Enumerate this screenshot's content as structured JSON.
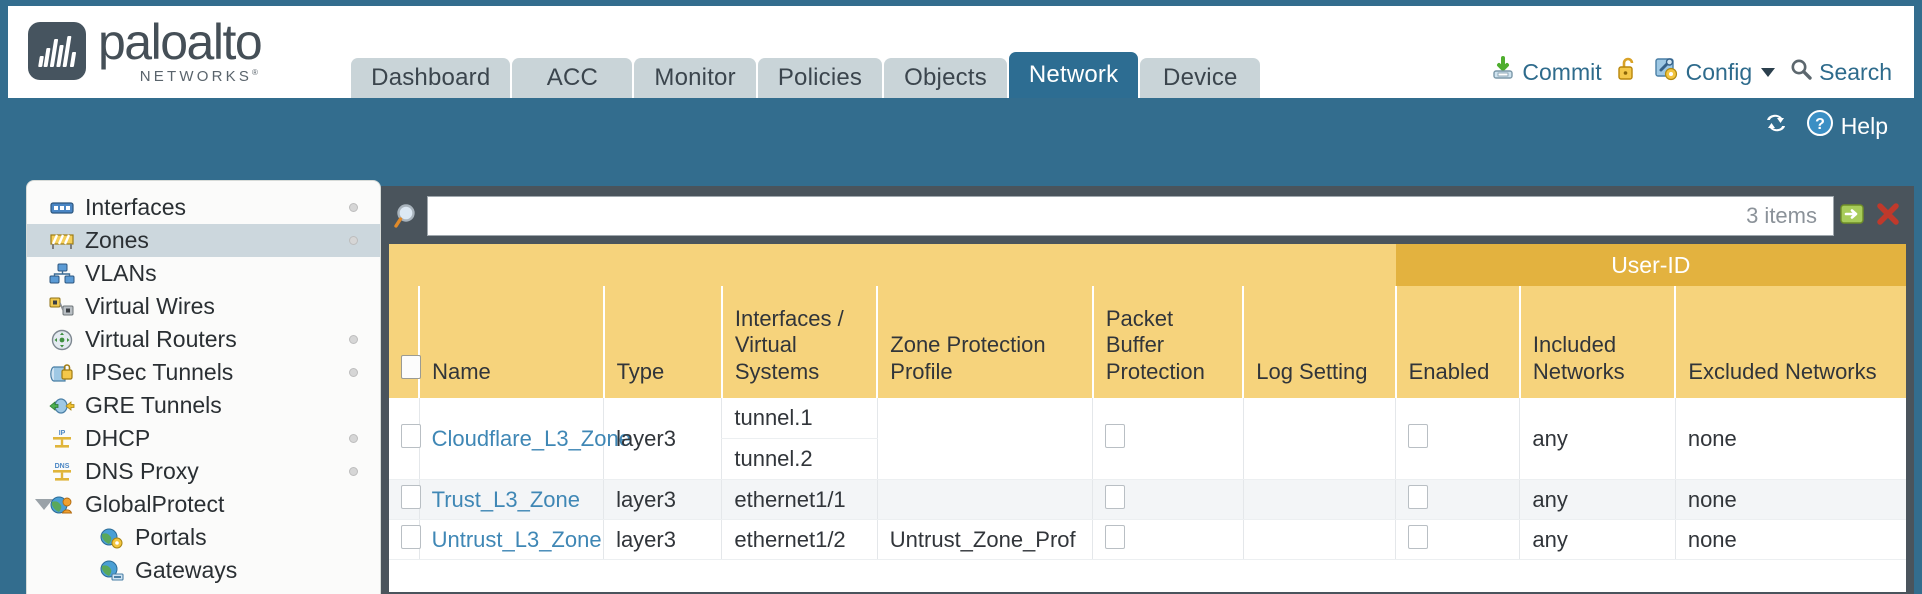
{
  "brand": {
    "word": "paloalto",
    "sub": "NETWORKS",
    "sub_mark": "®"
  },
  "tabs": [
    {
      "label": "Dashboard",
      "active": false
    },
    {
      "label": "ACC",
      "active": false
    },
    {
      "label": "Monitor",
      "active": false
    },
    {
      "label": "Policies",
      "active": false
    },
    {
      "label": "Objects",
      "active": false
    },
    {
      "label": "Network",
      "active": true
    },
    {
      "label": "Device",
      "active": false
    }
  ],
  "header_actions": {
    "commit": "Commit",
    "lock_icon": "open-padlock-icon",
    "config": "Config",
    "search": "Search"
  },
  "blue_band": {
    "refresh_icon": "refresh-icon",
    "help": "Help"
  },
  "sidebar": {
    "items": [
      {
        "label": "Interfaces",
        "icon": "interfaces-icon",
        "selected": false,
        "dot": true,
        "child": false,
        "triangle": false
      },
      {
        "label": "Zones",
        "icon": "zones-icon",
        "selected": true,
        "dot": true,
        "child": false,
        "triangle": false
      },
      {
        "label": "VLANs",
        "icon": "vlans-icon",
        "selected": false,
        "dot": false,
        "child": false,
        "triangle": false
      },
      {
        "label": "Virtual Wires",
        "icon": "virtual-wires-icon",
        "selected": false,
        "dot": false,
        "child": false,
        "triangle": false
      },
      {
        "label": "Virtual Routers",
        "icon": "virtual-routers-icon",
        "selected": false,
        "dot": true,
        "child": false,
        "triangle": false
      },
      {
        "label": "IPSec Tunnels",
        "icon": "ipsec-tunnels-icon",
        "selected": false,
        "dot": true,
        "child": false,
        "triangle": false
      },
      {
        "label": "GRE Tunnels",
        "icon": "gre-tunnels-icon",
        "selected": false,
        "dot": false,
        "child": false,
        "triangle": false
      },
      {
        "label": "DHCP",
        "icon": "dhcp-icon",
        "selected": false,
        "dot": true,
        "child": false,
        "triangle": false
      },
      {
        "label": "DNS Proxy",
        "icon": "dns-proxy-icon",
        "selected": false,
        "dot": true,
        "child": false,
        "triangle": false
      },
      {
        "label": "GlobalProtect",
        "icon": "globalprotect-icon",
        "selected": false,
        "dot": false,
        "child": false,
        "triangle": true
      },
      {
        "label": "Portals",
        "icon": "portals-icon",
        "selected": false,
        "dot": false,
        "child": true,
        "triangle": false
      },
      {
        "label": "Gateways",
        "icon": "gateways-icon",
        "selected": false,
        "dot": false,
        "child": true,
        "triangle": false
      }
    ]
  },
  "search": {
    "value": "",
    "placeholder": "",
    "items_count": "3 items",
    "apply_icon": "green-arrow-icon",
    "clear_icon": "red-x-icon"
  },
  "table": {
    "group_header": "User-ID",
    "columns": [
      "Name",
      "Type",
      "Interfaces / Virtual Systems",
      "Zone Protection Profile",
      "Packet Buffer Protection",
      "Log Setting",
      "Enabled",
      "Included Networks",
      "Excluded Networks"
    ],
    "rows": [
      {
        "checked": false,
        "name": "Cloudflare_L3_Zone",
        "type": "layer3",
        "interfaces": [
          "tunnel.1",
          "tunnel.2"
        ],
        "zone_protection_profile": "",
        "packet_buffer_protection": false,
        "log_setting": "",
        "userid_enabled": false,
        "included_networks": "any",
        "excluded_networks": "none",
        "alt": false
      },
      {
        "checked": false,
        "name": "Trust_L3_Zone",
        "type": "layer3",
        "interfaces": [
          "ethernet1/1"
        ],
        "zone_protection_profile": "",
        "packet_buffer_protection": false,
        "log_setting": "",
        "userid_enabled": false,
        "included_networks": "any",
        "excluded_networks": "none",
        "alt": true
      },
      {
        "checked": false,
        "name": "Untrust_L3_Zone",
        "type": "layer3",
        "interfaces": [
          "ethernet1/2"
        ],
        "zone_protection_profile": "Untrust_Zone_Prof",
        "packet_buffer_protection": false,
        "log_setting": "",
        "userid_enabled": false,
        "included_networks": "any",
        "excluded_networks": "none",
        "alt": false
      }
    ]
  },
  "colors": {
    "brand_blue": "#336d8e",
    "active_tab": "#2d6d92",
    "header_amber": "#f6d37c",
    "group_amber": "#e3b23f",
    "link_blue": "#3f87b5",
    "panel_dark": "#4a545c"
  }
}
